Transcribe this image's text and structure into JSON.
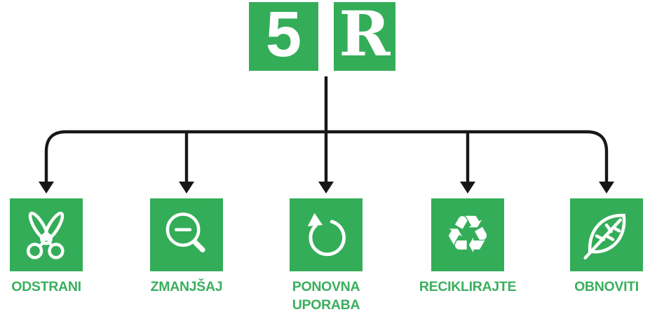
{
  "header": {
    "number": "5",
    "letter": "R"
  },
  "items": [
    {
      "label": "ODSTRANI",
      "icon": "scissors-icon"
    },
    {
      "label": "ZMANJŠAJ",
      "icon": "zoom-out-magnifier-icon"
    },
    {
      "label": "PONOVNA UPORABA",
      "icon": "circular-reuse-arrow-icon"
    },
    {
      "label": "RECIKLIRAJTE",
      "icon": "recycle-icon",
      "glyph": "♻"
    },
    {
      "label": "OBNOVITI",
      "icon": "leaf-icon"
    }
  ],
  "colors": {
    "green": "#34ad58",
    "label_green": "#3aaf5e",
    "line": "#171717",
    "icon": "#ffffff",
    "background": "#ffffff"
  }
}
